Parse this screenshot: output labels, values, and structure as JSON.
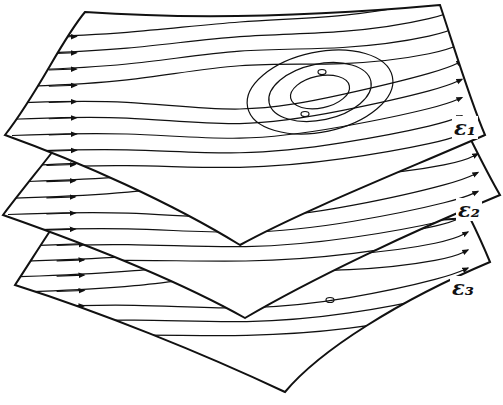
{
  "diagram": {
    "labels": [
      "ε₁",
      "ε₂",
      "ε₃"
    ]
  }
}
